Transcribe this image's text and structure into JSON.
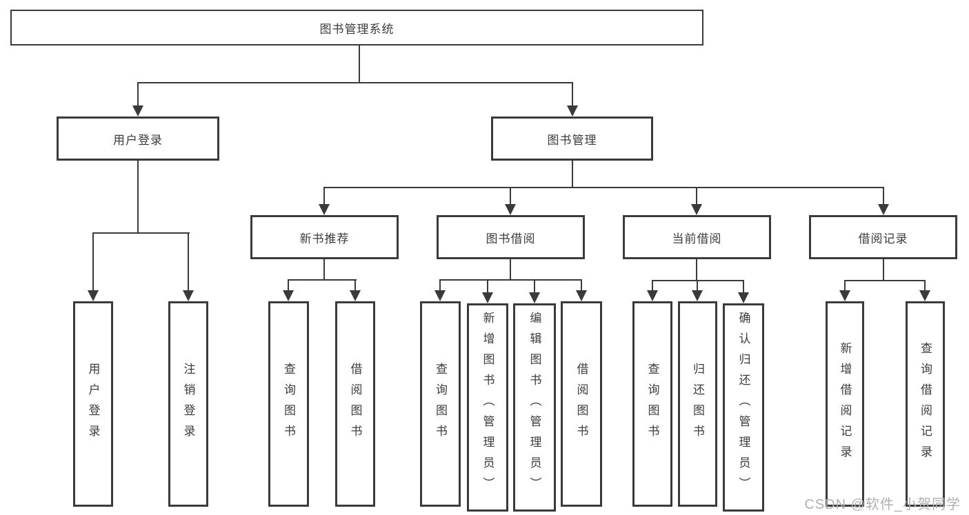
{
  "colors": {
    "line": "#3a3a3a",
    "box_background": "#ffffff",
    "text": "#3b3b3b",
    "watermark": "#b0b0b0"
  },
  "tree": {
    "root": "图书管理系统",
    "level1": [
      {
        "label": "用户登录"
      },
      {
        "label": "图书管理"
      }
    ],
    "login_children": [
      "用户登录",
      "注销登录"
    ],
    "mgmt_children": [
      {
        "label": "新书推荐",
        "children": [
          "查询图书",
          "借阅图书"
        ]
      },
      {
        "label": "图书借阅",
        "children": [
          "查询图书",
          "新增图书（管理员）",
          "编辑图书（管理员）",
          "借阅图书"
        ]
      },
      {
        "label": "当前借阅",
        "children": [
          "查询图书",
          "归还图书",
          "确认归还（管理员）"
        ]
      },
      {
        "label": "借阅记录",
        "children": [
          "新增借阅记录",
          "查询借阅记录"
        ]
      }
    ]
  },
  "watermark": "CSDN @软件_小贺同学"
}
